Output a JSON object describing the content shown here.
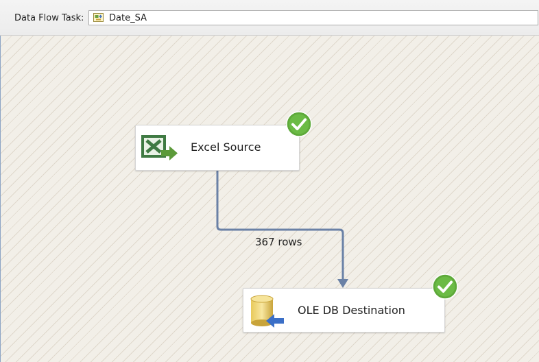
{
  "toolbar": {
    "label": "Data Flow Task:",
    "selected_task": "Date_SA"
  },
  "canvas": {
    "nodes": [
      {
        "label": "Excel Source",
        "icon": "excel-source-icon",
        "status": "success"
      },
      {
        "label": "OLE DB Destination",
        "icon": "oledb-destination-icon",
        "status": "success"
      }
    ],
    "path": {
      "label": "367 rows",
      "color": "#6a81a6"
    }
  },
  "colors": {
    "success": "#5ea93a",
    "canvas_hatch": "#d0c6b4",
    "path": "#6a81a6"
  }
}
